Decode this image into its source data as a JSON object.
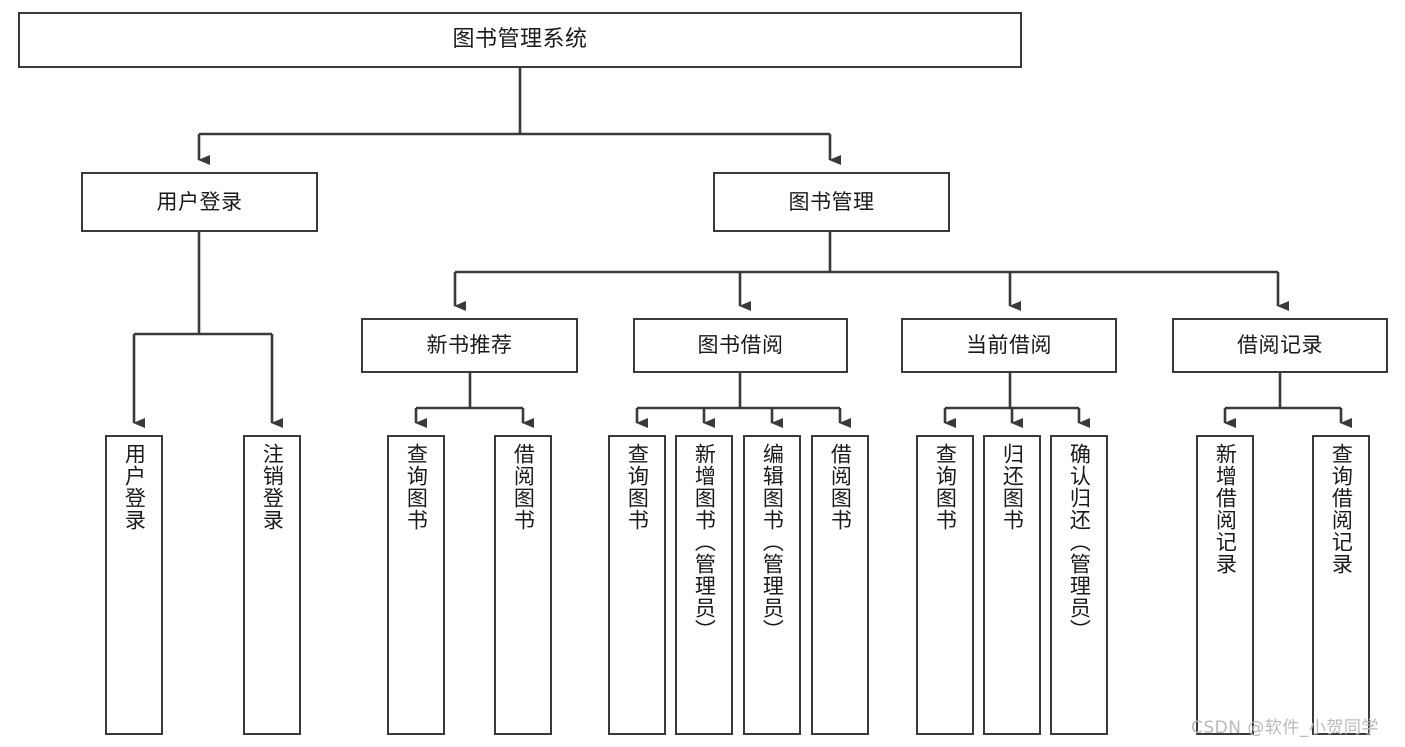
{
  "diagram": {
    "title": "图书管理系统",
    "type": "functional-structure-tree",
    "line_color": "#3a3a3a",
    "box_fill": "#ffffff",
    "text_color": "#1a1a1a"
  },
  "nodes": {
    "root": {
      "label": "图书管理系统"
    },
    "level2": [
      {
        "label": "用户登录"
      },
      {
        "label": "图书管理"
      }
    ],
    "level3": [
      {
        "label": "新书推荐"
      },
      {
        "label": "图书借阅"
      },
      {
        "label": "当前借阅"
      },
      {
        "label": "借阅记录"
      }
    ],
    "login_leaves": [
      {
        "label": "用户登录"
      },
      {
        "label": "注销登录"
      }
    ],
    "newbook_leaves": [
      {
        "label": "查询图书"
      },
      {
        "label": "借阅图书"
      }
    ],
    "borrow_leaves": [
      {
        "label": "查询图书"
      },
      {
        "label": "新增图书（管理员）"
      },
      {
        "label": "编辑图书（管理员）"
      },
      {
        "label": "借阅图书"
      }
    ],
    "current_leaves": [
      {
        "label": "查询图书"
      },
      {
        "label": "归还图书"
      },
      {
        "label": "确认归还（管理员）"
      }
    ],
    "record_leaves": [
      {
        "label": "新增借阅记录"
      },
      {
        "label": "查询借阅记录"
      }
    ]
  },
  "watermark": {
    "text": "CSDN @软件_小贺同学"
  }
}
